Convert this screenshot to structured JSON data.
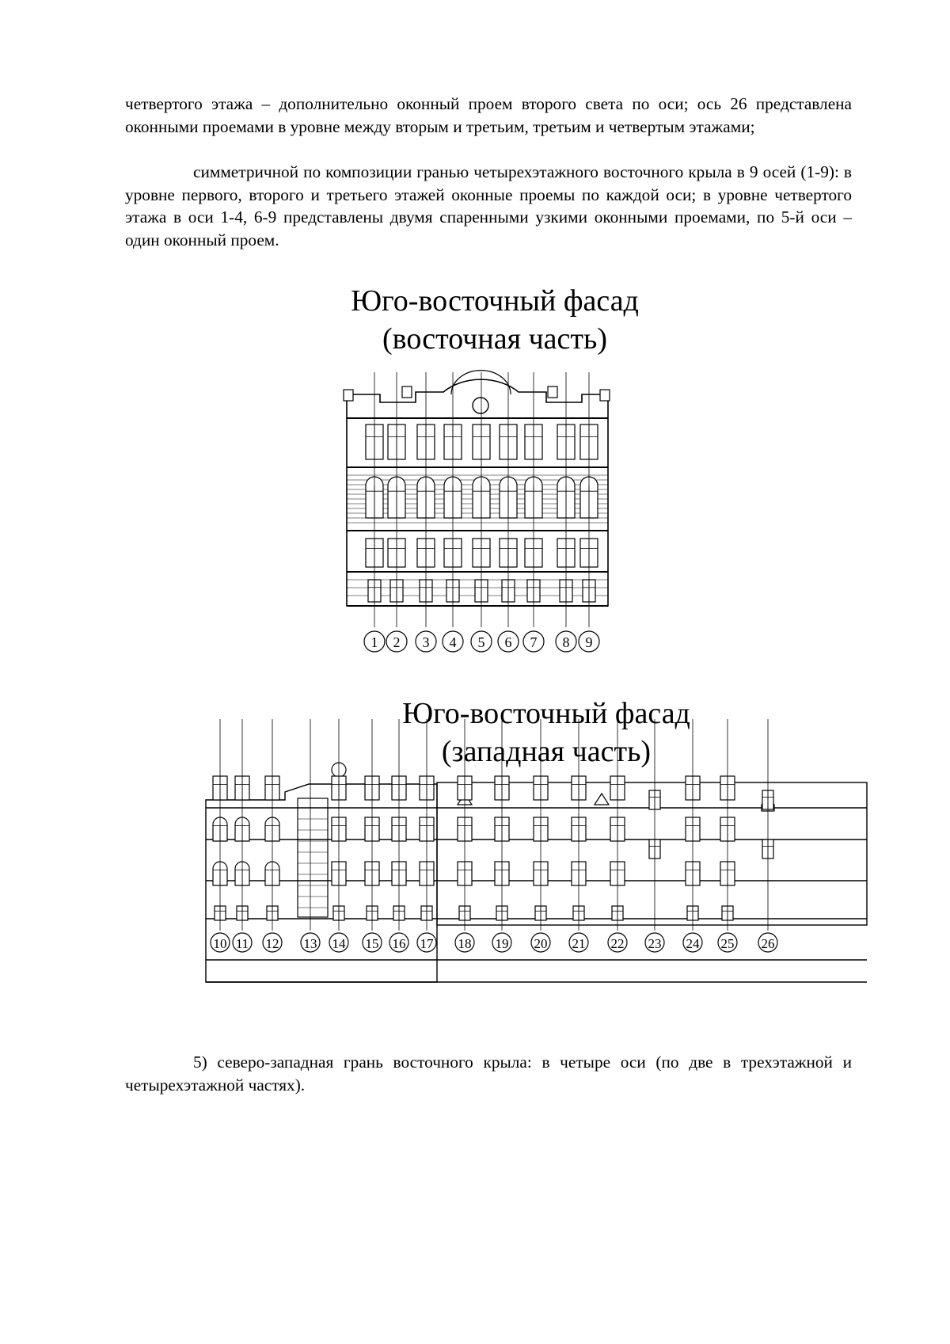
{
  "paragraphs": [
    "четвертого этажа – дополнительно оконный проем второго света по оси; ось 26 представлена оконными проемами в уровне между вторым и третьим, третьим и четвертым этажами;",
    "симметричной по композиции гранью четырехэтажного восточного крыла в 9 осей (1-9): в уровне первого, второго и третьего этажей оконные проемы по каждой оси; в уровне четвертого этажа в оси 1-4, 6-9 представлены двумя спаренными узкими оконными проемами, по 5-й оси – один оконный проем.",
    "5) северо-западная грань восточного крыла: в четыре оси (по две в трехэтажной и четырехэтажной частях)."
  ],
  "figure1": {
    "title_line1": "Юго-восточный фасад",
    "title_line2": "(восточная часть)",
    "axes": [
      "1",
      "2",
      "3",
      "4",
      "5",
      "6",
      "7",
      "8",
      "9"
    ]
  },
  "figure2": {
    "title_line1": "Юго-восточный фасад",
    "title_line2": "(западная часть)",
    "axes": [
      "10",
      "11",
      "12",
      "13",
      "14",
      "15",
      "16",
      "17",
      "18",
      "19",
      "20",
      "21",
      "22",
      "23",
      "24",
      "25",
      "26"
    ]
  }
}
